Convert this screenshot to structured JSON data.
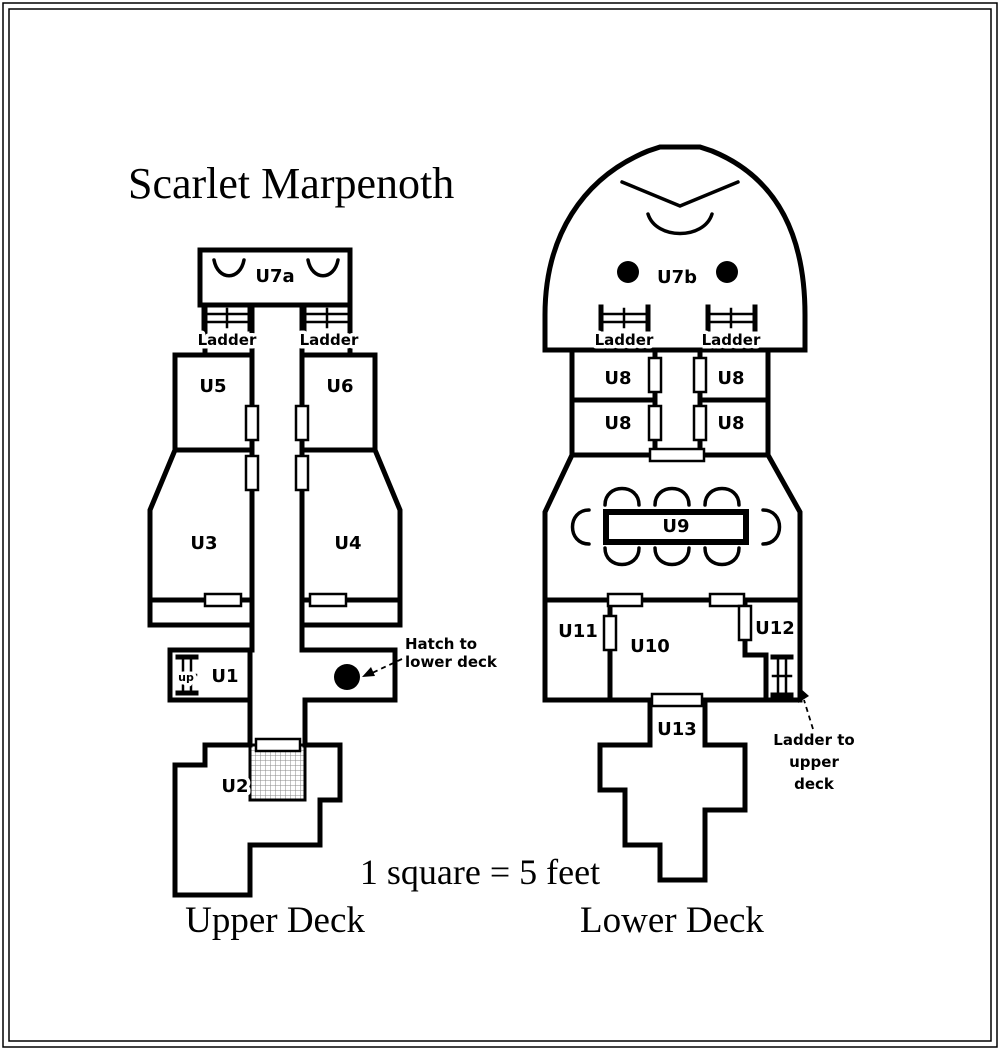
{
  "title": "Scarlet Marpenoth",
  "scale_note": "1 square = 5 feet",
  "colors": {
    "ink": "#000000",
    "paper": "#ffffff"
  },
  "upper_deck": {
    "caption": "Upper Deck",
    "rooms": {
      "u7a": "U7a",
      "u5": "U5",
      "u6": "U6",
      "u3": "U3",
      "u4": "U4",
      "u1": "U1",
      "u2": "U2"
    },
    "ladder_left": "Ladder",
    "ladder_right": "Ladder",
    "up_marker": "up",
    "hatch_note": {
      "line1": "Hatch to",
      "line2": "lower deck"
    }
  },
  "lower_deck": {
    "caption": "Lower Deck",
    "rooms": {
      "u7b": "U7b",
      "u8": "U8",
      "u9": "U9",
      "u10": "U10",
      "u11": "U11",
      "u12": "U12",
      "u13": "U13"
    },
    "ladder_left": "Ladder",
    "ladder_right": "Ladder",
    "ladder_note": {
      "line1": "Ladder to",
      "line2": "upper",
      "line3": "deck"
    }
  }
}
